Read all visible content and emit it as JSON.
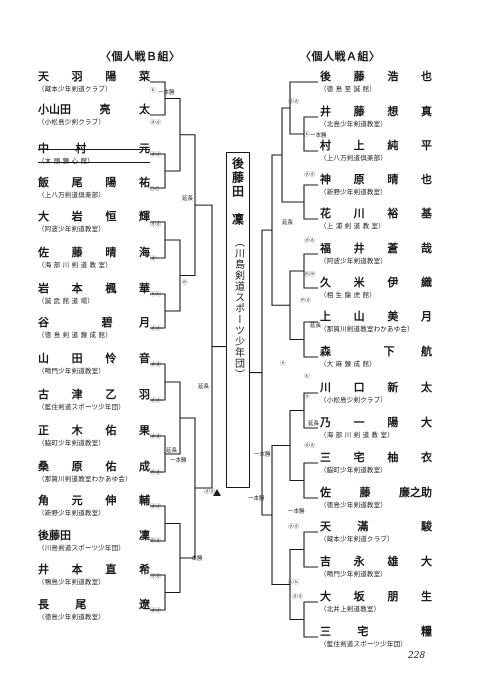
{
  "titles": {
    "left": "〈個人戦Ｂ組〉",
    "right": "〈個人戦Ａ組〉"
  },
  "champion": {
    "name": "後藤田　凜",
    "club": "（川島剣道スポーツ少年団）"
  },
  "left_players": [
    {
      "name": [
        "天",
        "羽",
        "陽",
        "菜"
      ],
      "club": "（蔵本少年剣道クラブ）",
      "struck": false
    },
    {
      "name": [
        "小山田",
        "亮",
        "太"
      ],
      "club": "（小松島少剣クラブ）",
      "struck": false
    },
    {
      "name": [
        "中",
        "村",
        "",
        "元"
      ],
      "club": "（木 頭 錬 心 館）",
      "struck": true
    },
    {
      "name": [
        "飯",
        "尾",
        "陽",
        "祐"
      ],
      "club": "（上八万剣道倶楽部）",
      "struck": false
    },
    {
      "name": [
        "大",
        "岩",
        "恒",
        "輝"
      ],
      "club": "（阿波少年剣道教室）",
      "struck": false
    },
    {
      "name": [
        "佐",
        "藤",
        "晴",
        "海"
      ],
      "club": "（海 部 川 剣 道 教 室）",
      "struck": false
    },
    {
      "name": [
        "岩",
        "本",
        "楓",
        "華"
      ],
      "club": "（誠 武 館 道 場）",
      "struck": false
    },
    {
      "name": [
        "谷",
        "",
        "碧",
        "月"
      ],
      "club": "（徳 島 剣 道 錬 成 館）",
      "struck": false
    },
    {
      "name": [
        "山",
        "田",
        "怜",
        "音"
      ],
      "club": "（鳴門少年剣道教室）",
      "struck": false
    },
    {
      "name": [
        "古",
        "津",
        "乙",
        "羽"
      ],
      "club": "（藍住剣道スポーツ少年団）",
      "struck": false
    },
    {
      "name": [
        "正",
        "木",
        "佑",
        "果"
      ],
      "club": "（脇町少年剣道教室）",
      "struck": false
    },
    {
      "name": [
        "桑",
        "原",
        "佑",
        "成"
      ],
      "club": "（那賀川剣道教室わかあゆ会）",
      "struck": false
    },
    {
      "name": [
        "角",
        "元",
        "伸",
        "輔"
      ],
      "club": "（新野少年剣道教室）",
      "struck": false
    },
    {
      "name": [
        "後藤田",
        "",
        "凜"
      ],
      "club": "（川島剣道スポーツ少年団）",
      "struck": false
    },
    {
      "name": [
        "井",
        "本",
        "直",
        "希"
      ],
      "club": "（鴨島少年剣道教室）",
      "struck": false
    },
    {
      "name": [
        "長",
        "尾",
        "",
        "遼"
      ],
      "club": "（徳島少年剣道教室）",
      "struck": false
    }
  ],
  "right_players": [
    {
      "name": [
        "後",
        "藤",
        "浩",
        "也"
      ],
      "club": "（徳 島 至 誠 館）",
      "struck": false
    },
    {
      "name": [
        "井",
        "藤",
        "想",
        "真"
      ],
      "club": "（北島少年剣道教室）",
      "struck": false
    },
    {
      "name": [
        "村",
        "上",
        "純",
        "平"
      ],
      "club": "（上八万剣道倶楽部）",
      "struck": false
    },
    {
      "name": [
        "神",
        "原",
        "晴",
        "也"
      ],
      "club": "（新野少年剣道教室）",
      "struck": false
    },
    {
      "name": [
        "花",
        "川",
        "裕",
        "基"
      ],
      "club": "（上 浦 剣 道 教 室）",
      "struck": false
    },
    {
      "name": [
        "福",
        "井",
        "蒼",
        "哉"
      ],
      "club": "（阿波少年剣道教室）",
      "struck": false
    },
    {
      "name": [
        "久",
        "米",
        "伊",
        "織"
      ],
      "club": "（相 生 龍 虎 館）",
      "struck": false
    },
    {
      "name": [
        "上",
        "山",
        "美",
        "月"
      ],
      "club": "（那賀川剣道教室わかあゆ会）",
      "struck": false
    },
    {
      "name": [
        "森",
        "",
        "下",
        "航"
      ],
      "club": "（大 麻 錬 成 館）",
      "struck": false
    },
    {
      "name": [
        "川",
        "口",
        "新",
        "太"
      ],
      "club": "（小松島少剣クラブ）",
      "struck": false
    },
    {
      "name": [
        "乃",
        "一",
        "陽",
        "大"
      ],
      "club": "（海 部 川 剣 道 教 室）",
      "struck": false
    },
    {
      "name": [
        "三",
        "宅",
        "柚",
        "衣"
      ],
      "club": "（脇町少年剣道教室）",
      "struck": false
    },
    {
      "name": [
        "佐",
        "藤",
        "廉之助"
      ],
      "club": "（徳島少年剣道教室）",
      "struck": false
    },
    {
      "name": [
        "天",
        "滿",
        "",
        "駿"
      ],
      "club": "（蔵本少年剣道クラブ）",
      "struck": false
    },
    {
      "name": [
        "吉",
        "永",
        "雄",
        "大"
      ],
      "club": "（鳴門少年剣道教室）",
      "struck": false
    },
    {
      "name": [
        "大",
        "坂",
        "朋",
        "生"
      ],
      "club": "（北井上剣道教室）",
      "struck": false
    },
    {
      "name": [
        "三",
        "宅",
        "",
        "糧"
      ],
      "club": "（藍住剣道スポーツ少年団）",
      "struck": false
    }
  ],
  "notes": {
    "ippon": "一本勝",
    "encho": "延長",
    "dd": "ⓓⓓ",
    "md": "ⓜⓓ",
    "mm": "ⓜⓜ",
    "m": "ⓜ",
    "d": "ⓓ",
    "k": "ⓚ",
    "oo": "○○",
    "kk": "ⓚⓚ",
    "km": "ⓚⓜ",
    "hh": "ⓗ"
  },
  "page_number": "228"
}
